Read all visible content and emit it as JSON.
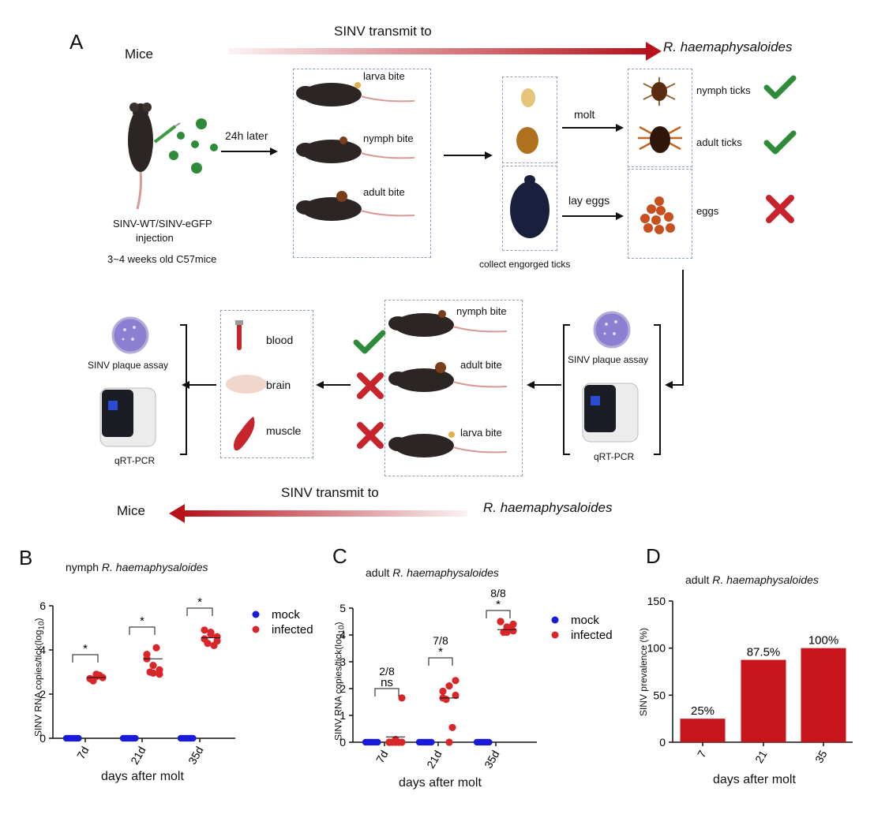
{
  "panelA": {
    "letter": "A",
    "top_arrow_label": "SINV transmit to",
    "top_left": "Mice",
    "top_right": "R. haemaphysaloides",
    "injection_label_1": "SINV-WT/SINV-eGFP",
    "injection_label_2": "injection",
    "mice_age": "3~4 weeks old C57mice",
    "later": "24h later",
    "bites_top": [
      "larva bite",
      "nymph bite",
      "adult  bite"
    ],
    "collect": "collect engorged ticks",
    "molt": "molt",
    "lay_eggs": "lay eggs",
    "outcomes": [
      "nymph ticks",
      "adult  ticks",
      "eggs"
    ],
    "plaque_right": "SINV plaque assay",
    "qpcr_right": "qRT-PCR",
    "bites_bottom": [
      "nymph bite",
      "adult  bite",
      "larva bite"
    ],
    "tissues": [
      "blood",
      "brain",
      "muscle"
    ],
    "plaque_left": "SINV plaque assay",
    "qpcr_left": "qRT-PCR",
    "bottom_arrow_label": "SINV transmit to",
    "bottom_left": "Mice",
    "bottom_right": "R. haemaphysaloides",
    "colors": {
      "arrow": "#b5121b",
      "check": "#2e8b3a",
      "cross": "#c8242b",
      "mouse": "#2b2523",
      "tick": "#7a3e1a",
      "plate": "#8a7fd0"
    }
  },
  "chart_data": [
    {
      "type": "scatter",
      "letter": "B",
      "title_plain": "nymph",
      "title_ital": "R. haemaphysaloides",
      "ylabel": "SINV RNA copies/tick(log",
      "ylabel_sub": "10",
      "ylabel_end": ")",
      "xlabel": "days after molt",
      "ylim": [
        0,
        6
      ],
      "yticks": [
        "0",
        "2",
        "4",
        "6"
      ],
      "categories": [
        "7d",
        "21d",
        "35d"
      ],
      "legend": [
        "mock",
        "infected"
      ],
      "series": [
        {
          "name": "mock",
          "color": "#1a1adb",
          "points": [
            [
              0,
              0
            ],
            [
              0,
              0
            ],
            [
              0,
              0
            ],
            [
              0,
              0
            ],
            [
              0,
              0
            ],
            [
              0,
              0
            ],
            [
              0,
              0
            ],
            [
              0,
              0
            ]
          ],
          "mean": [
            0,
            0,
            0
          ]
        },
        {
          "name": "infected",
          "color": "#d9262b",
          "values": [
            [
              2.7,
              2.8,
              2.75,
              2.6,
              2.85,
              2.7,
              2.9,
              2.75
            ],
            [
              3.8,
              3.3,
              2.9,
              3.0,
              4.1,
              3.6,
              2.95,
              3.1
            ],
            [
              4.5,
              4.8,
              4.6,
              4.3,
              4.2,
              4.9,
              4.7,
              4.4
            ]
          ],
          "mean": [
            2.75,
            3.6,
            4.55
          ]
        }
      ],
      "annotations": [
        "*",
        "*",
        "*"
      ]
    },
    {
      "type": "scatter",
      "letter": "C",
      "title_plain": "adult",
      "title_ital": "R. haemaphysaloides",
      "ylabel": "SINV RNA copies/tick(log",
      "ylabel_sub": "10",
      "ylabel_end": ")",
      "xlabel": "days after molt",
      "ylim": [
        0,
        5
      ],
      "yticks": [
        "0",
        "1",
        "2",
        "3",
        "4",
        "5"
      ],
      "categories": [
        "7d",
        "21d",
        "35d"
      ],
      "legend": [
        "mock",
        "infected"
      ],
      "series": [
        {
          "name": "mock",
          "color": "#1a1adb",
          "mean": [
            0,
            0,
            0
          ]
        },
        {
          "name": "infected",
          "color": "#d9262b",
          "values": [
            [
              0,
              0,
              0,
              0,
              0,
              0,
              0.1,
              1.65
            ],
            [
              1.9,
              2.1,
              1.75,
              1.6,
              0.55,
              1.65,
              0,
              2.3
            ],
            [
              4.5,
              4.3,
              4.15,
              4.1,
              4.2,
              4.5,
              4.1,
              4.4
            ]
          ],
          "mean": [
            0.2,
            1.65,
            4.2
          ]
        }
      ],
      "annotations": [
        {
          "ratio": "2/8",
          "sig": "ns"
        },
        {
          "ratio": "7/8",
          "sig": "*"
        },
        {
          "ratio": "8/8",
          "sig": "*"
        }
      ]
    },
    {
      "type": "bar",
      "letter": "D",
      "title_plain": "adult",
      "title_ital": "R. haemaphysaloides",
      "ylabel": "SINV prevalence (%)",
      "xlabel": "days after molt",
      "ylim": [
        0,
        150
      ],
      "yticks": [
        "0",
        "50",
        "100",
        "150"
      ],
      "categories": [
        "7",
        "21",
        "35"
      ],
      "values": [
        25,
        87.5,
        100
      ],
      "labels": [
        "25%",
        "87.5%",
        "100%"
      ],
      "color": "#c8141b"
    }
  ]
}
